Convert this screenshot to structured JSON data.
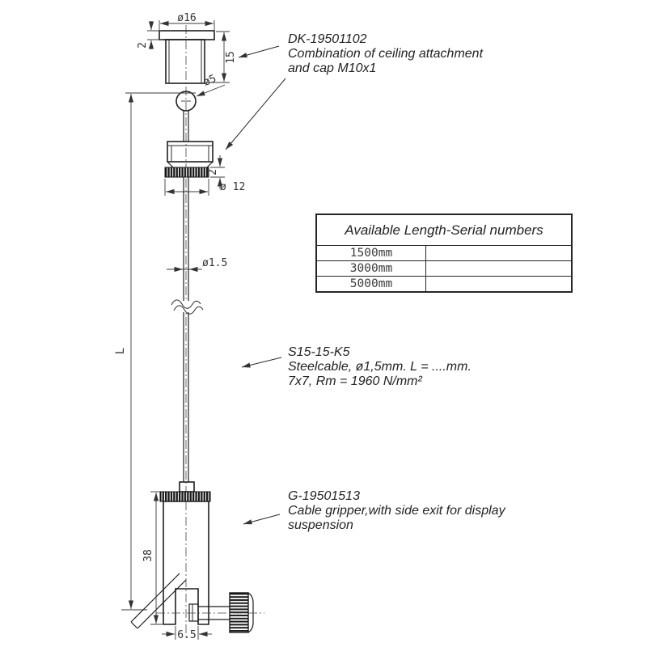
{
  "annotations": {
    "ceiling_attachment": {
      "lines": [
        "DK-19501102",
        "Combination of ceiling attachment",
        "and cap M10x1"
      ]
    },
    "steel_cable": {
      "lines": [
        "S15-15-K5",
        "Steelcable, ø1,5mm. L = ....mm.",
        "7x7, Rm = 1960 N/mm²"
      ]
    },
    "cable_gripper": {
      "lines": [
        "G-19501513",
        "Cable gripper,with side exit for display",
        "suspension"
      ]
    }
  },
  "dimensions": {
    "flange_diameter": "ø16",
    "flange_height": "2",
    "body_height": "15",
    "ball_diameter": "ø5",
    "ring_height": "2",
    "ring_diameter": "ø 12",
    "cable_diameter": "ø1.5",
    "total_length": "L",
    "gripper_height": "38",
    "slot_width": "6.5"
  },
  "table": {
    "title": "Available Length-Serial numbers",
    "rows": [
      {
        "length": "1500mm",
        "serial": ""
      },
      {
        "length": "3000mm",
        "serial": ""
      },
      {
        "length": "5000mm",
        "serial": ""
      }
    ]
  },
  "colors": {
    "line": "#1f1f1f",
    "dim_line": "#3a3a3a",
    "background": "#ffffff"
  }
}
